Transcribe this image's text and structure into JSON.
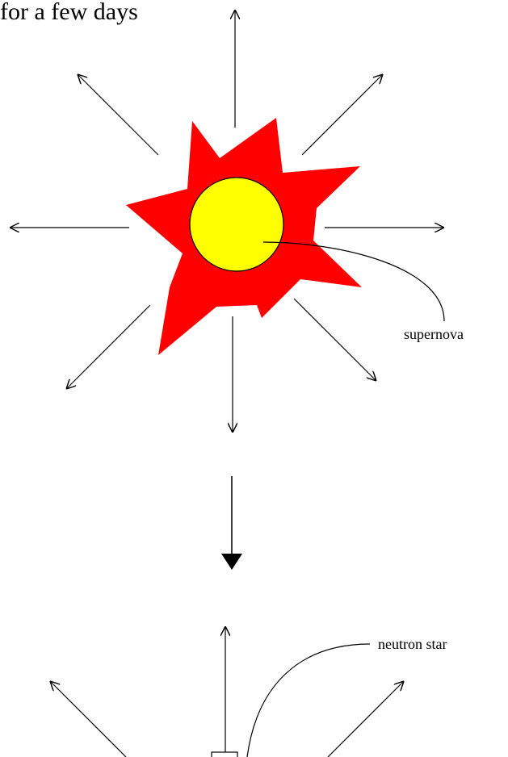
{
  "title": "for a few days",
  "labels": {
    "supernova": "supernova",
    "neutron_star": "neutron star"
  },
  "colors": {
    "burst_red": "#ff0000",
    "star_yellow": "#ffff00",
    "ink": "#000000",
    "background": "#ffffff"
  },
  "icons": {
    "burst": "explosion-burst",
    "transition": "down-arrow",
    "rays": "radiating-arrows"
  }
}
